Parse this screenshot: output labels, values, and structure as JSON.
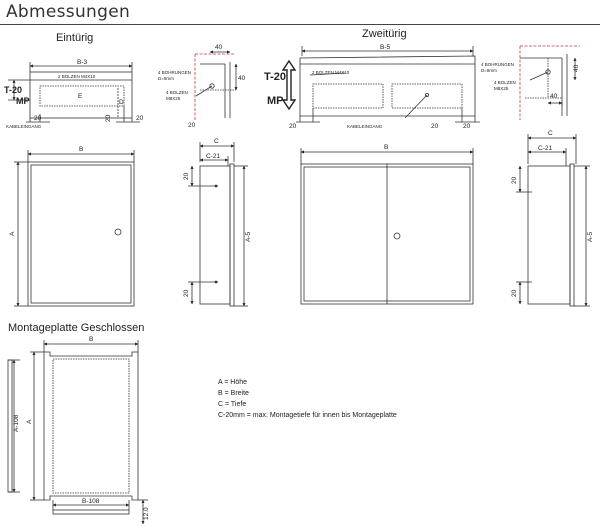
{
  "page": {
    "title": "Abmessungen",
    "sections": {
      "single": "Eintürig",
      "double": "Zweitürig",
      "mounting": "Montageplatte Geschlossen"
    }
  },
  "top_single": {
    "width": "B-3",
    "bolts": "2 BOLZEN M4X10",
    "E": "E",
    "depth_label": "T-20",
    "mp": "MP",
    "cable_entry": "KABELEINGANG",
    "d20a": "20",
    "d20b": "20",
    "d20c": "20",
    "d": "D"
  },
  "detail_single": {
    "d40a": "40",
    "d40b": "40",
    "holes": "4 BOHRUNGEN",
    "holes_dia": "D=9mm",
    "bolts": "4 BOLZEN",
    "bolts_size": "M8X25",
    "d20": "20"
  },
  "top_double": {
    "width": "B-5",
    "bolts": "2 BOLZEN M4X10",
    "depth_label": "T-20",
    "mp": "MP",
    "cable_entry": "KABELEINGANG",
    "d20a": "20",
    "d20b": "20",
    "d20c": "20"
  },
  "detail_double": {
    "d40a": "40",
    "d40b": "40",
    "holes": "4 BOHRUNGEN",
    "holes_dia": "D=9mm",
    "bolts": "4 BOLZEN",
    "bolts_size": "M8X25"
  },
  "front_single": {
    "width": "B",
    "height": "A"
  },
  "side_single": {
    "c": "C",
    "c21": "C-21",
    "d20a": "20",
    "d20b": "20",
    "a5": "A-5"
  },
  "front_double": {
    "width": "B"
  },
  "side_double": {
    "c": "C",
    "c21": "C-21",
    "d20a": "20",
    "d20b": "20",
    "a5": "A-5"
  },
  "mounting": {
    "b": "B",
    "a": "A",
    "a108": "A-108",
    "b108": "B-108",
    "thick": "12.0"
  },
  "legend": [
    "A = Höhe",
    "B = Breite",
    "C = Tiefe",
    "C-20mm = max. Montagetiefe für innen bis Montageplatte"
  ]
}
